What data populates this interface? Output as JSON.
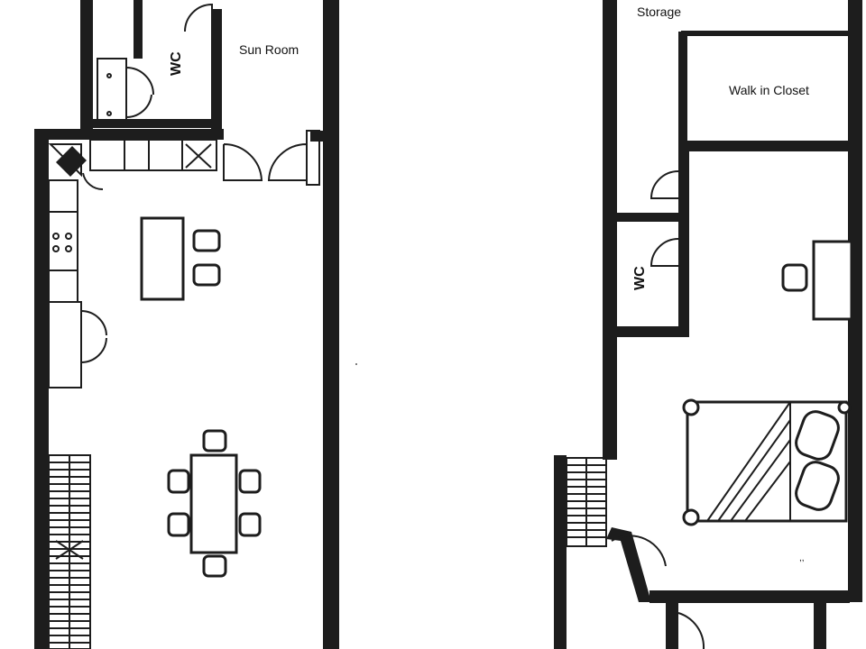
{
  "labels": {
    "wc_ground": "WC",
    "sun_room": "Sun Room",
    "storage": "Storage",
    "walk_in_closet": "Walk in Closet",
    "wc_upper": "WC"
  },
  "colors": {
    "wall": "#1d1d1d",
    "background": "#ffffff"
  }
}
